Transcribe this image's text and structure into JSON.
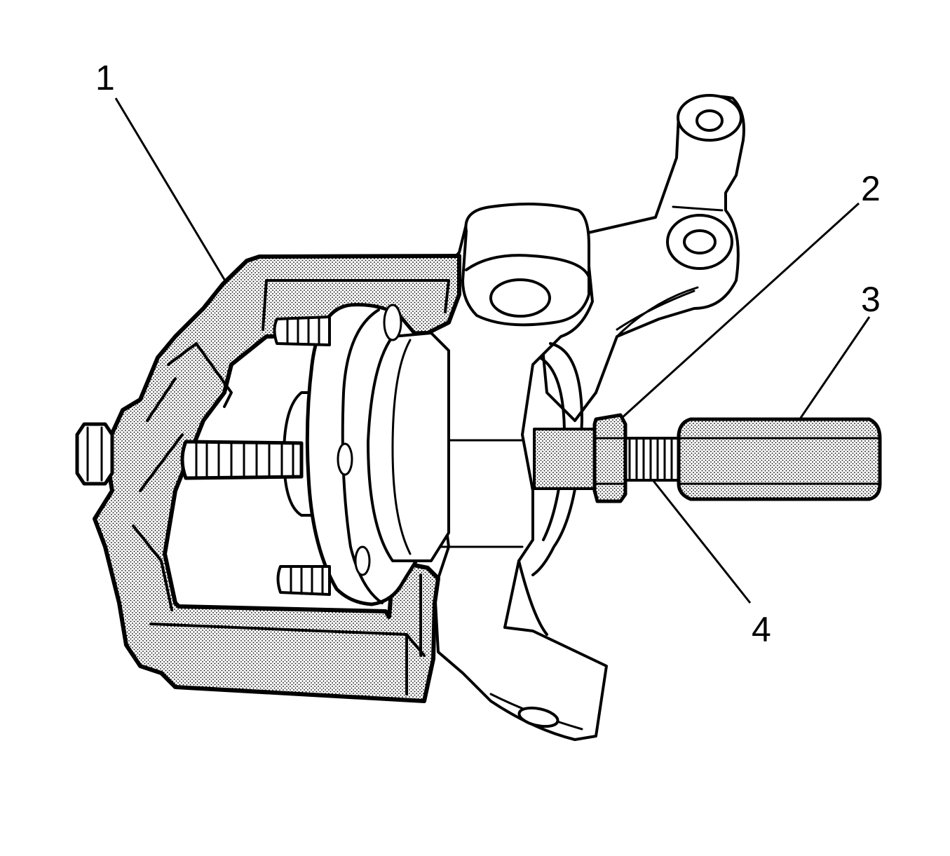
{
  "callouts": [
    {
      "number": "1",
      "part": "frame"
    },
    {
      "number": "2",
      "part": "nut"
    },
    {
      "number": "3",
      "part": "forcing-screw-handle"
    },
    {
      "number": "4",
      "part": "threaded-rod"
    }
  ],
  "colors": {
    "line": "#000000",
    "background": "#ffffff",
    "stipple": "#000000"
  }
}
